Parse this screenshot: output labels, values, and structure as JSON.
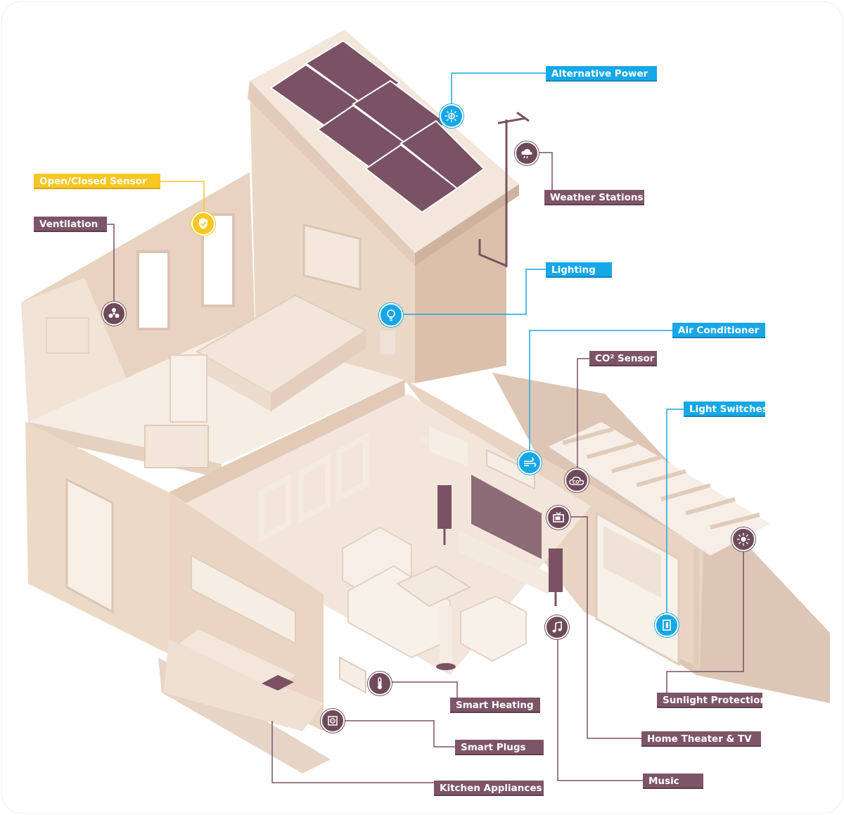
{
  "colors": {
    "mauve": "#7d5566",
    "blue": "#16a7e6",
    "yellow": "#f7c722",
    "wall": "#ecd9c8",
    "wall_shade": "#d9bfab",
    "floor": "#f3e7dc",
    "solar": "#7a5263"
  },
  "labels": {
    "alternative_power": "Alternative Power",
    "weather_stations": "Weather Stations",
    "open_closed_sensor": "Open/Closed Sensor",
    "ventilation": "Ventilation",
    "lighting": "Lighting",
    "air_conditioner": "Air Conditioner",
    "co2_sensor": "CO² Sensor",
    "light_switches": "Light Switches",
    "sunlight_protection": "Sunlight Protection",
    "home_theater_tv": "Home Theater & TV",
    "music": "Music",
    "smart_heating": "Smart Heating",
    "smart_plugs": "Smart Plugs",
    "kitchen_appliances": "Kitchen Appliances"
  },
  "icons": {
    "alternative_power": "sun-charge-icon",
    "weather_stations": "cloud-rain-icon",
    "open_closed_sensor": "shield-check-icon",
    "ventilation": "fan-icon",
    "lighting": "light-bulb-icon",
    "air_conditioner": "wind-icon",
    "co2_sensor": "co2-cloud-icon",
    "co2_text": "CO²",
    "light_switches": "switch-icon",
    "sunlight_protection": "sun-icon",
    "home_theater_tv": "tv-icon",
    "music": "music-note-icon",
    "smart_heating": "thermometer-icon",
    "smart_plugs": "plug-socket-icon",
    "kitchen_appliances": "none"
  }
}
